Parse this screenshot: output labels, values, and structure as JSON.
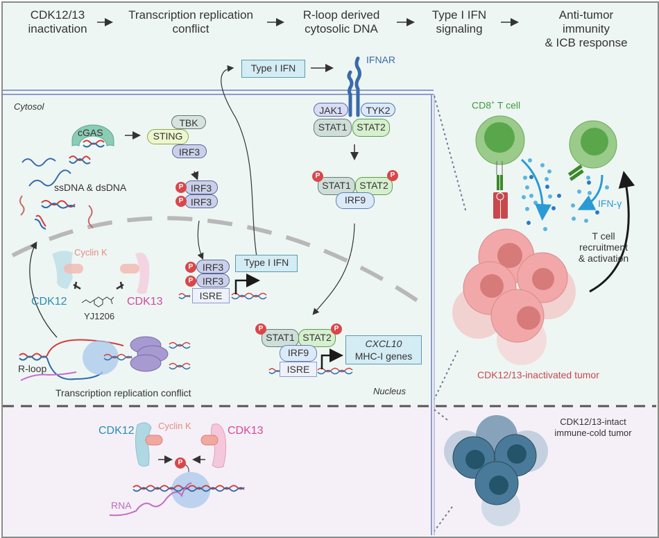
{
  "flow": {
    "steps": [
      {
        "line1": "CDK12/13",
        "line2": "inactivation"
      },
      {
        "line1": "Transcription replication",
        "line2": "conflict"
      },
      {
        "line1": "R-loop derived",
        "line2": "cytosolic DNA"
      },
      {
        "line1": "Type I IFN",
        "line2": "signaling"
      },
      {
        "line1": "Anti-tumor",
        "line2": "immunity",
        "line3": "& ICB response"
      }
    ]
  },
  "receptor": {
    "ligand_label": "Type I IFN",
    "receptor_label": "IFNAR",
    "jak1": "JAK1",
    "tyk2": "TYK2",
    "stat1": "STAT1",
    "stat2": "STAT2",
    "irf9": "IRF9"
  },
  "cytosol": {
    "label": "Cytosol",
    "cgas": "cGAS",
    "tbk": "TBK",
    "sting": "STING",
    "irf3": "IRF3",
    "dna_label": "ssDNA & dsDNA",
    "phospho": "P"
  },
  "nucleus": {
    "label": "Nucleus",
    "cyclin_k": "Cyclin K",
    "cdk12": "CDK12",
    "cdk13": "CDK13",
    "drug": "YJ1206",
    "rloop": "R-loop",
    "conflict_label": "Transcription replication conflict",
    "isre": "ISRE",
    "type1_ifn_gene": "Type I IFN",
    "cxcl10": "CXCL10",
    "mhc_genes": "MHC-I genes"
  },
  "tumor": {
    "tcell_label": "CD8",
    "tcell_sup": "+",
    "tcell_suffix": " T cell",
    "ifng": "IFN-γ",
    "recruit_line1": "T cell",
    "recruit_line2": "recruitment",
    "recruit_line3": "& activation",
    "inactivated_label": "CDK12/13-inactivated tumor",
    "intact_line1": "CDK12/13-intact",
    "intact_line2": "immune-cold tumor"
  },
  "normal": {
    "cdk12": "CDK12",
    "cdk13": "CDK13",
    "cyclin_k": "Cyclin K",
    "rna": "RNA",
    "phospho": "P"
  },
  "colors": {
    "cdk12": "#2a8cb4",
    "cdk13": "#d24a9a",
    "cyclin": "#e88a84",
    "tcell": "#3a9a3a",
    "ifng": "#2a9ad4",
    "tumor_red": "#c8484c",
    "receptor_blue": "#3a6aaa"
  }
}
